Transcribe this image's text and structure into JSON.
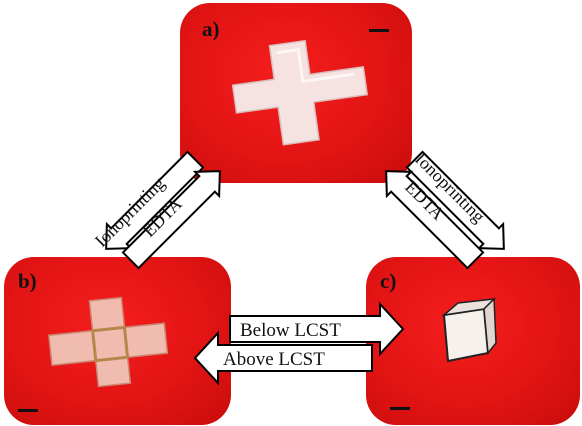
{
  "panels": {
    "a": {
      "label": "a)"
    },
    "b": {
      "label": "b)"
    },
    "c": {
      "label": "c)"
    }
  },
  "arrows": {
    "top_left_upper": "Ionoprinting",
    "top_left_lower": "EDTA",
    "top_right_upper": "Ionoprinting",
    "top_right_lower": "EDTA",
    "bottom_right": "Below LCST",
    "bottom_left": "Above LCST"
  },
  "colors": {
    "panel_red": "#e31414",
    "gel_white": "#f3ecea",
    "arrow_fill": "#ffffff",
    "arrow_stroke": "#000000"
  }
}
